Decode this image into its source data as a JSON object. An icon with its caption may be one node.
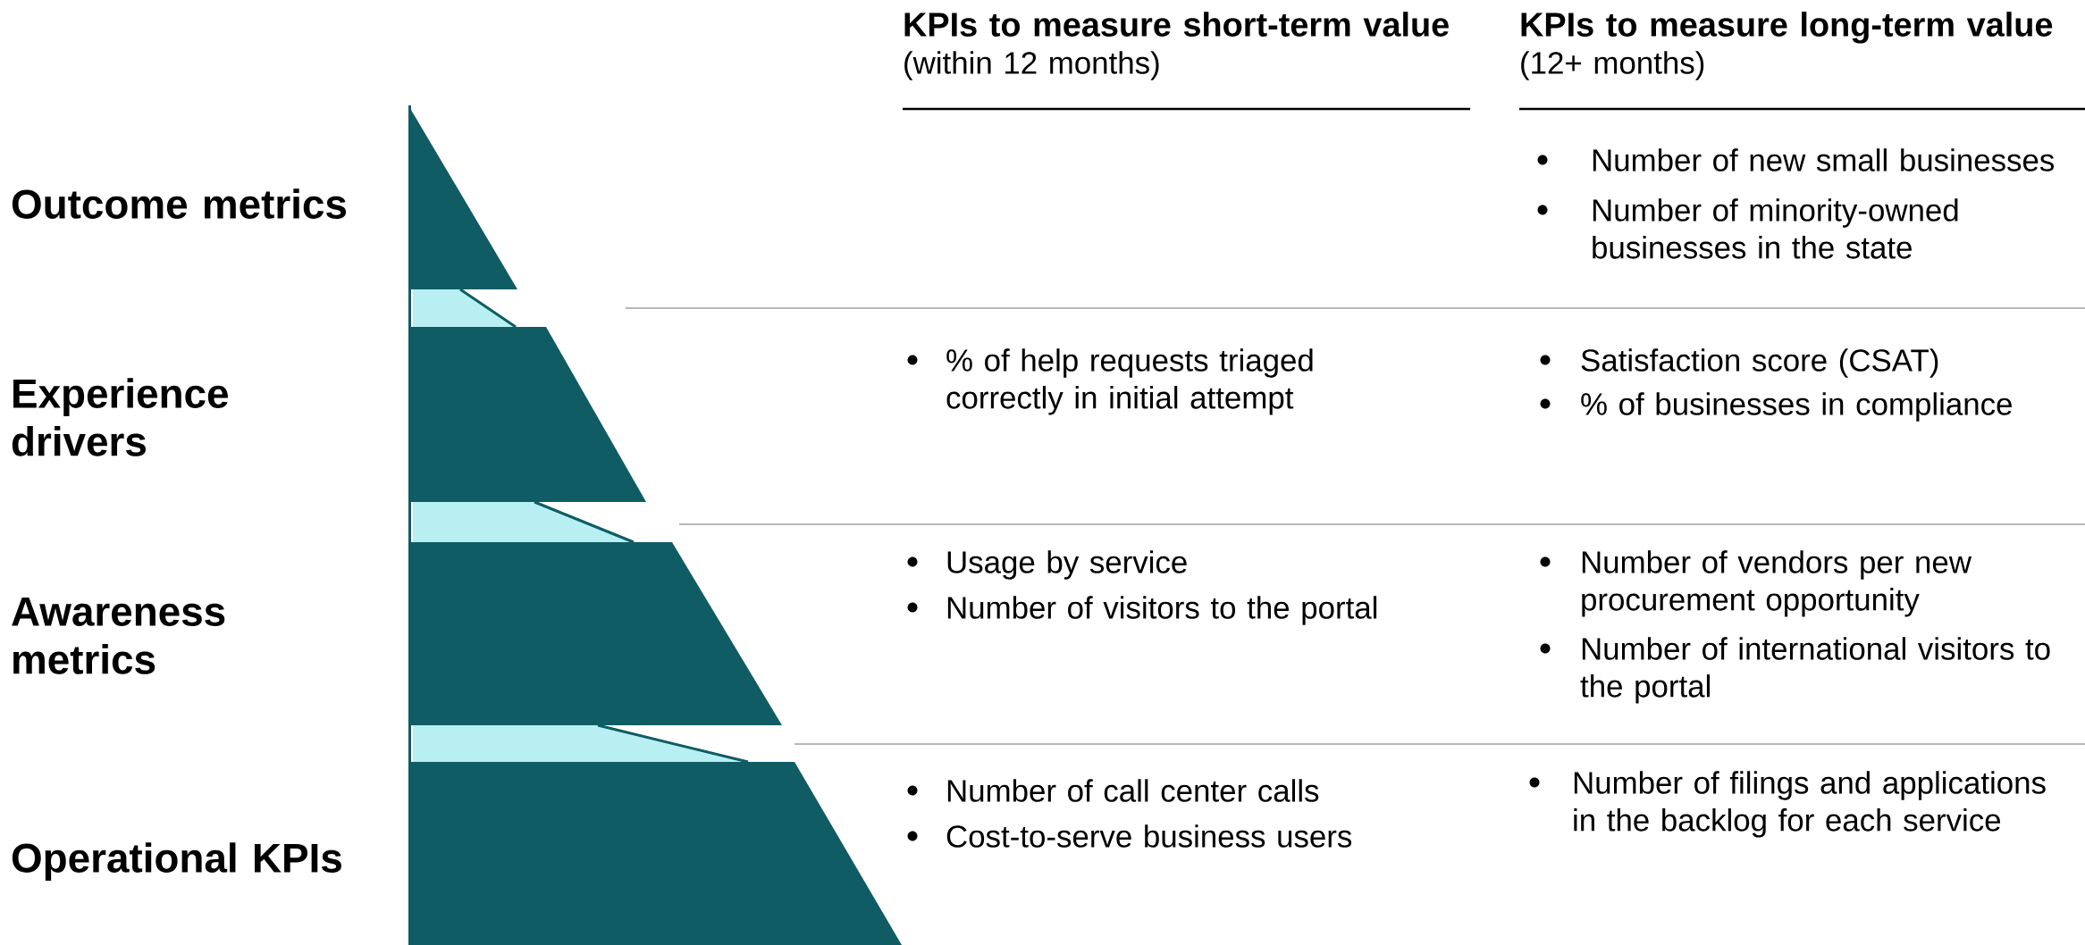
{
  "diagram": {
    "labels": [
      "KPIs to measure short-term value",
      "(within 12 months)",
      "KPIs to measure long-term value",
      "(12+ months)",
      "Outcome metrics",
      "Number of new small businesses",
      "Number of minority-owned businesses in the state",
      "Experience drivers",
      "% of help requests triaged correctly in initial attempt",
      "Satisfaction score (CSAT)",
      "% of businesses in compliance",
      "Awareness metrics",
      "Usage by service",
      "Number of visitors to the portal",
      "Number of vendors per new procurement opportunity",
      "Number of international visitors to the portal",
      "Operational KPIs",
      "Number of call center calls",
      "Cost-to-serve business users",
      "Number of filings and applications in the backlog for each service"
    ]
  }
}
